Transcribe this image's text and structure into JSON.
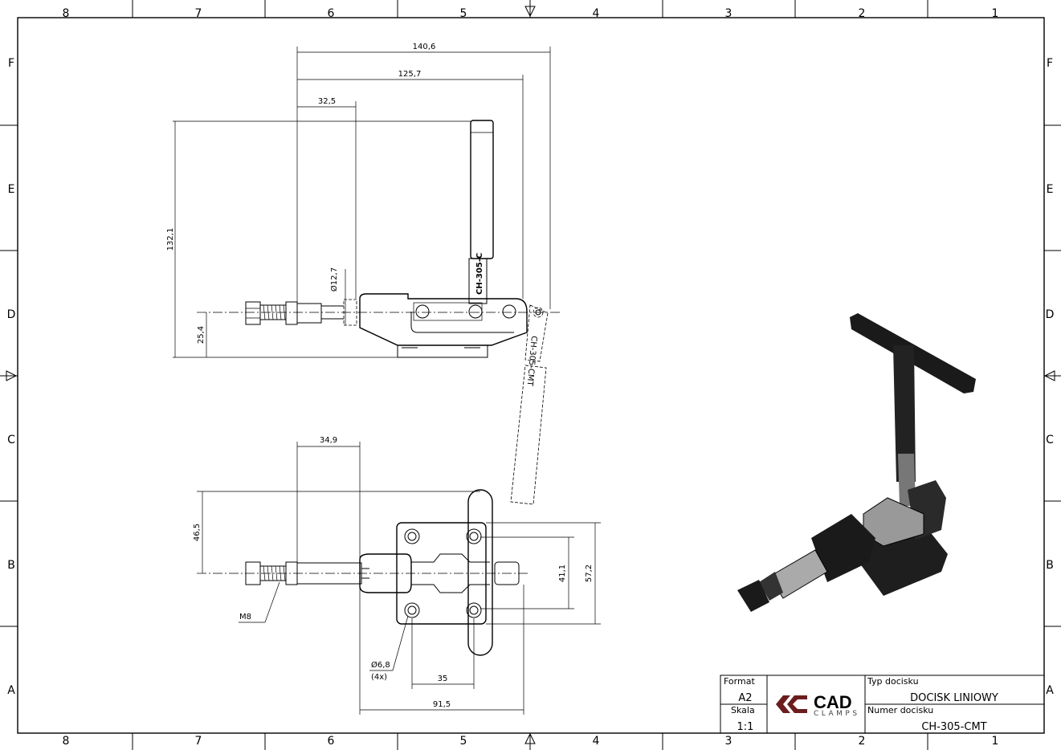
{
  "zones": {
    "columns": [
      "8",
      "7",
      "6",
      "5",
      "4",
      "3",
      "2",
      "1"
    ],
    "rows": [
      "F",
      "E",
      "D",
      "C",
      "B",
      "A"
    ]
  },
  "side_view": {
    "dimensions": {
      "overall_length": "140,6",
      "length_to_pivot": "125,7",
      "plunger_offset": "32,5",
      "height": "132,1",
      "axis_height": "25,4",
      "plunger_diameter": "Ø12,7"
    },
    "handle_label": "CH-305-C",
    "handle_label_open": "CH-305-CMT"
  },
  "top_view": {
    "dimensions": {
      "plunger_offset": "34,9",
      "handle_offset": "46,5",
      "hole_spacing_y": "41,1",
      "base_width": "57,2",
      "hole_spacing_x": "35",
      "base_length": "91,5",
      "hole_diameter": "Ø6,8",
      "hole_count": "(4x)",
      "thread": "M8"
    }
  },
  "title_block": {
    "format_label": "Format",
    "format_value": "A2",
    "scale_label": "Skala",
    "scale_value": "1:1",
    "logo_main": "CAD",
    "logo_sub": "CLAMPS",
    "type_label": "Typ docisku",
    "type_value": "DOCISK LINIOWY",
    "number_label": "Numer docisku",
    "number_value": "CH-305-CMT",
    "logo_color": "#6b1d1d"
  }
}
